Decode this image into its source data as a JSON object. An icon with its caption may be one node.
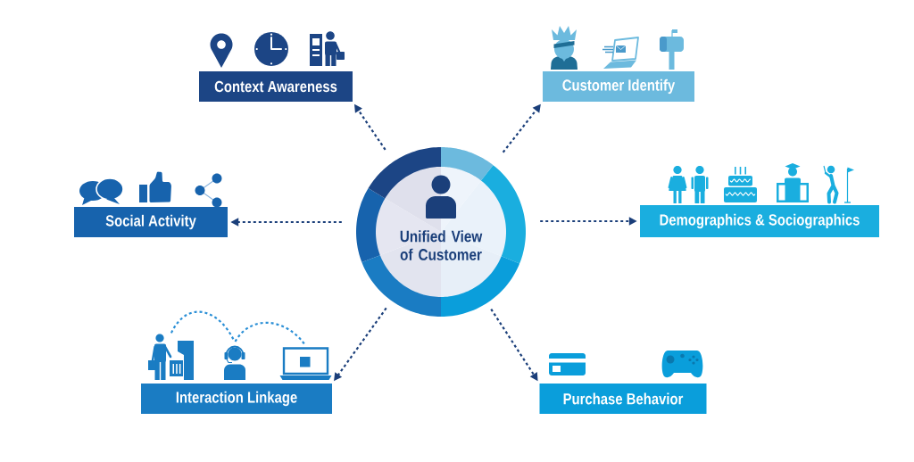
{
  "diagram": {
    "nodes": [
      {
        "text": [
          "Context Awareness"
        ]
      },
      {
        "text": [
          "Customer Identify"
        ]
      },
      {
        "text": [
          "Social Activity"
        ]
      },
      {
        "text": [
          "Unified View of Customer"
        ]
      },
      {
        "text": [
          "Demographics & Sociographics"
        ]
      },
      {
        "text": [],
        "shape": "picture"
      },
      {
        "text": [],
        "shape": "picture"
      },
      {
        "text": [],
        "shape": "picture"
      },
      {
        "text": [
          "Interaction Linkage"
        ]
      },
      {
        "text": [
          "Purchase Behavior"
        ]
      }
    ],
    "edges": [
      {
        "from": 3,
        "to": 0,
        "arrow": "to",
        "style": "dashed"
      },
      {
        "from": 3,
        "to": 1,
        "arrow": "to",
        "style": "dashed"
      },
      {
        "from": 3,
        "to": 2,
        "arrow": "to",
        "style": "dashed"
      },
      {
        "from": 3,
        "to": 4,
        "arrow": "to",
        "style": "dashed"
      },
      {
        "from": 3,
        "to": 8,
        "arrow": "to",
        "style": "dashed"
      },
      {
        "from": 3,
        "to": 9,
        "arrow": "to",
        "style": "dashed"
      },
      {
        "from": 5,
        "to": 6,
        "arrow": "none",
        "style": "dashed",
        "color": "#2a8fd6"
      },
      {
        "from": 6,
        "to": 7,
        "arrow": "none",
        "style": "dashed",
        "color": "#2a8fd6"
      }
    ]
  }
}
